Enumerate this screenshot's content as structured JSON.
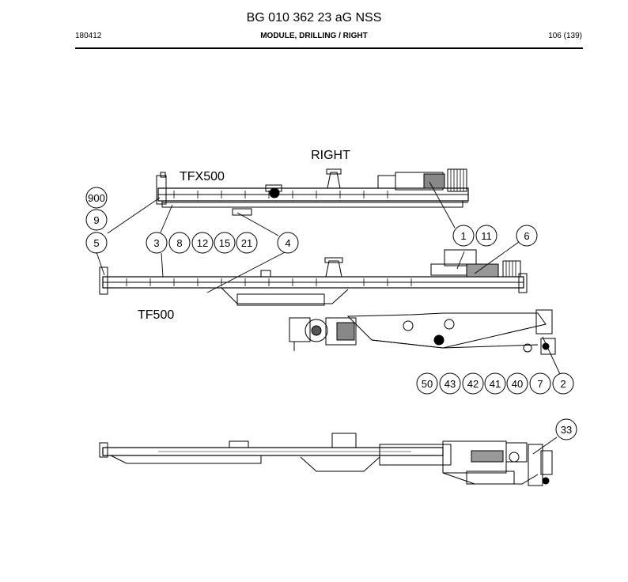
{
  "header": {
    "title": "BG 010 362 23 aG NSS",
    "date_code": "180412",
    "section": "MODULE, DRILLING / RIGHT",
    "page": "106 (139)"
  },
  "diagram": {
    "view_label": "RIGHT",
    "model_upper": "TFX500",
    "model_lower": "TF500",
    "callouts": {
      "c900": "900",
      "c9": "9",
      "c5": "5",
      "c3": "3",
      "c8": "8",
      "c12": "12",
      "c15": "15",
      "c21": "21",
      "c4": "4",
      "c1": "1",
      "c11": "11",
      "c6": "6",
      "c50": "50",
      "c43": "43",
      "c42": "42",
      "c41": "41",
      "c40": "40",
      "c7": "7",
      "c2": "2",
      "c33": "33"
    }
  }
}
